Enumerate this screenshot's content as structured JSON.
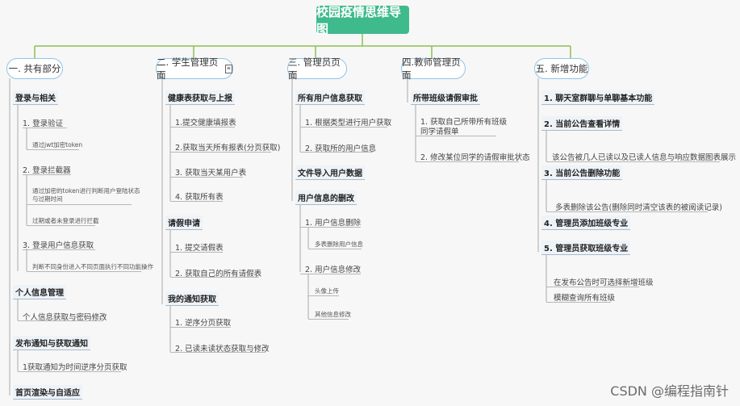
{
  "root": "校园疫情思维导图",
  "branches": [
    {
      "label": "一. 共有部分"
    },
    {
      "label": "二. 学生管理页面"
    },
    {
      "label": "三. 管理员页面"
    },
    {
      "label": "四.教师管理页面"
    },
    {
      "label": "五. 新增功能"
    }
  ],
  "b1": {
    "t1": "登录与相关",
    "i1": "1. 登录验证",
    "s1": "通过jwt加密token",
    "i2": "2. 登录拦截器",
    "s2a": "通过加密的token进行判断用户登陆状态",
    "s2b": "与过期时间",
    "s3": "过期或者未登录进行拦截",
    "i3": "3.  登录用户信息获取",
    "s4": "判断不同身份进入不同页面执行不同功能操作",
    "t2": "个人信息管理",
    "i4": "个人信息获取与密码修改",
    "t3": "发布通知与获取通知",
    "i5": "1获取通知为时间逆序分页获取",
    "t4": "首页渲染与自适应"
  },
  "b2": {
    "t1": "健康表获取与上报",
    "i1": "1.提交健康填报表",
    "i2": "2.获取当天所有报表(分页获取)",
    "i3": "3. 获取当天某用户表",
    "i4": "4. 获取所有表",
    "t2": "请假申请",
    "i5": "1. 提交请假表",
    "i6": "2. 获取自己的所有请假表",
    "t3": "我的通知获取",
    "i7": "1. 逆序分页获取",
    "i8": "2. 已读未读状态获取与修改"
  },
  "b3": {
    "t1": "所有用户信息获取",
    "i1": "1. 根据类型进行用户获取",
    "i2": "2. 获取所的用户信息",
    "t2": "文件导入用户数据",
    "t3": "用户信息的删改",
    "i3": "1. 用户信息删除",
    "s1": "多表删除用户信息",
    "i4": "2. 用户信息修改",
    "s2": "头像上传",
    "s3": "其他信息修改"
  },
  "b4": {
    "t1": "所带班级请假审批",
    "i1a": "1. 获取自己所带所有班级",
    "i1b": "同学请假单",
    "i2": "2. 修改某位同学的请假审批状态"
  },
  "b5": {
    "t1": "1. 聊天室群聊与单聊基本功能",
    "t2": "2. 当前公告查看详情",
    "i1": "该公告被几人已读以及已读人信息与响应数据图表展示",
    "t3": "3. 当前公告删除功能",
    "i2": "多表删除该公告(删除同时清空该表的被阅读记录)",
    "t4": "4. 管理员添加班级专业",
    "t5": "5. 管理员获取班级专业",
    "i3": "在发布公告时可选择新增班级",
    "i4": "模糊查询所有班级"
  },
  "watermark": "CSDN @编程指南针"
}
